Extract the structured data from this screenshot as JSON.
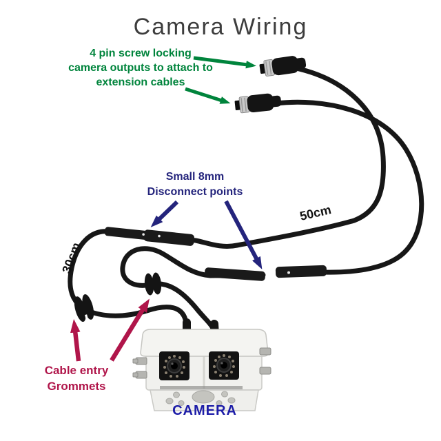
{
  "title": "Camera Wiring",
  "annotations": {
    "outputs": {
      "line1": "4 pin screw locking",
      "line2": "camera outputs to attach to",
      "line3": "extension cables"
    },
    "disconnect": {
      "line1": "Small 8mm",
      "line2": "Disconnect points"
    },
    "grommets": {
      "line1": "Cable entry",
      "line2": "Grommets"
    },
    "camera_label": "CAMERA",
    "cable_length_50": "50cm",
    "cable_length_30": "30cm"
  },
  "colors": {
    "green": "#00843c",
    "navy": "#24247c",
    "crimson": "#b0154a",
    "camera-label": "#1d1da8",
    "title": "#3d3d3d",
    "cable": "#171717",
    "length-label": "#111111"
  }
}
